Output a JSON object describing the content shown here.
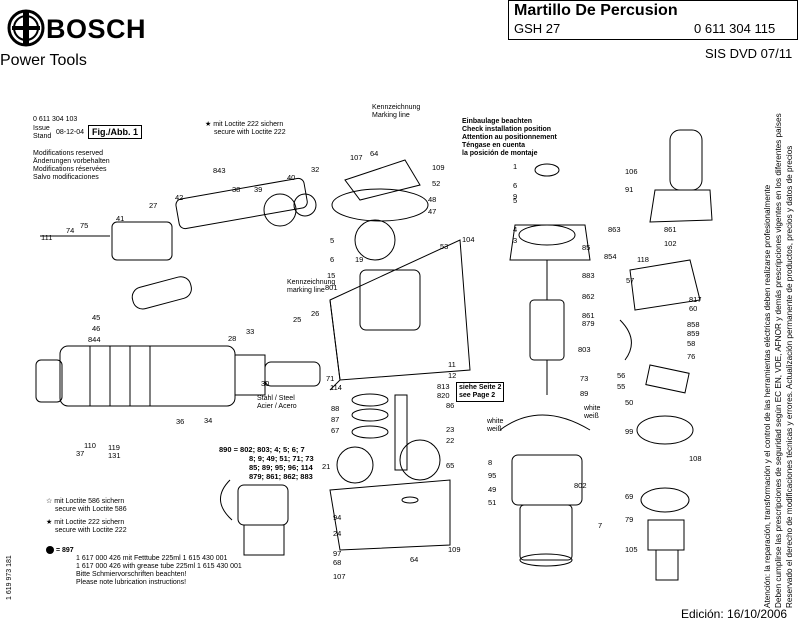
{
  "header": {
    "brand": "BOSCH",
    "division": "Power Tools",
    "product_title": "Martillo De Percusion",
    "product_model": "GSH 27",
    "product_code": "0 611 304 115",
    "sis_ref": "SIS DVD 07/11"
  },
  "footer": {
    "edition": "Edición: 16/10/2006"
  },
  "disclaimer": [
    "Atención: la reparación, transformación y el control de las herramientas eléctricas deben realizarse profesionalmente",
    "Deben cumplirse las prescripciones de seguridad según EC EN, VDE, AFNOR y demás prescripciones vigentes en los diferentes países",
    "Reservado el derecho de modificaciones técnicas y errores. Actualización permanente de productos, precios y datos de precios"
  ],
  "notes": {
    "drawing_number": "0 611 304 103",
    "issue_label": "Issue",
    "stand_label": "Stand",
    "issue_date": "08-12-04",
    "fig_label": "Fig./Abb. 1",
    "modifications": [
      "Modifications reserved",
      "Änderungen vorbehalten",
      "Modifications réservées",
      "Salvo modificaciones"
    ],
    "loctite222_top": [
      "mit Loctite 222 sichern",
      "secure with Loctite 222"
    ],
    "kennzeichnung_top": [
      "Kennzeichnung",
      "Marking line"
    ],
    "install_position": [
      "Einbaulage beachten",
      "Check installation position",
      "Attention au positionnement",
      "Téngase en cuenta",
      "la posición de montaje"
    ],
    "kennzeichnung_mid": [
      "Kennzeichnung",
      "marking line"
    ],
    "stahl": [
      "Stahl / Steel",
      "Acier / Acero"
    ],
    "siehe_seite": [
      "siehe Seite 2",
      "see Page 2"
    ],
    "wire_white": "white",
    "wire_weiß": "weiß",
    "kit_890": [
      "890 = 802; 803; 4; 5; 6; 7",
      "8; 9; 49; 51; 71; 73",
      "85; 89; 95; 96; 114",
      "879; 861; 862; 883"
    ],
    "loctite586": [
      "mit Loctite 586 sichern",
      "secure with Loctite 586"
    ],
    "loctite222_bottom": [
      "mit Loctite 222 sichern",
      "secure with Loctite 222"
    ],
    "grease_897": [
      "= 897",
      "1 617 000 426 mit Fetttube 225ml 1 615 430 001",
      "1 617 000 426 with grease tube 225ml 1 615 430 001",
      "Bitte Schmiervorschriften beachten!",
      "Please note lubrication instructions!"
    ],
    "doc_number": "1 619 973 181"
  },
  "part_labels": [
    "107",
    "64",
    "109",
    "52",
    "48",
    "47",
    "19",
    "843",
    "42",
    "38",
    "39",
    "40",
    "32",
    "41",
    "27",
    "111",
    "74",
    "75",
    "45",
    "46",
    "844",
    "33",
    "25",
    "26",
    "28",
    "30",
    "36",
    "34",
    "37",
    "110",
    "119",
    "131",
    "5",
    "6",
    "53",
    "104",
    "15",
    "801",
    "71",
    "114",
    "88",
    "87",
    "67",
    "11",
    "12",
    "813",
    "820",
    "86",
    "21",
    "22",
    "23",
    "65",
    "94",
    "24",
    "97",
    "68",
    "107",
    "64",
    "109",
    "1",
    "6",
    "9",
    "5",
    "4",
    "3",
    "85",
    "883",
    "862",
    "861",
    "879",
    "803",
    "73",
    "89",
    "802",
    "7",
    "8",
    "95",
    "49",
    "51",
    "106",
    "91",
    "863",
    "861",
    "102",
    "854",
    "118",
    "57",
    "817",
    "60",
    "858",
    "859",
    "58",
    "76",
    "56",
    "55",
    "50",
    "99",
    "108",
    "69",
    "79",
    "105"
  ],
  "colors": {
    "ink": "#000000",
    "paper": "#ffffff",
    "callout": "#000000"
  }
}
